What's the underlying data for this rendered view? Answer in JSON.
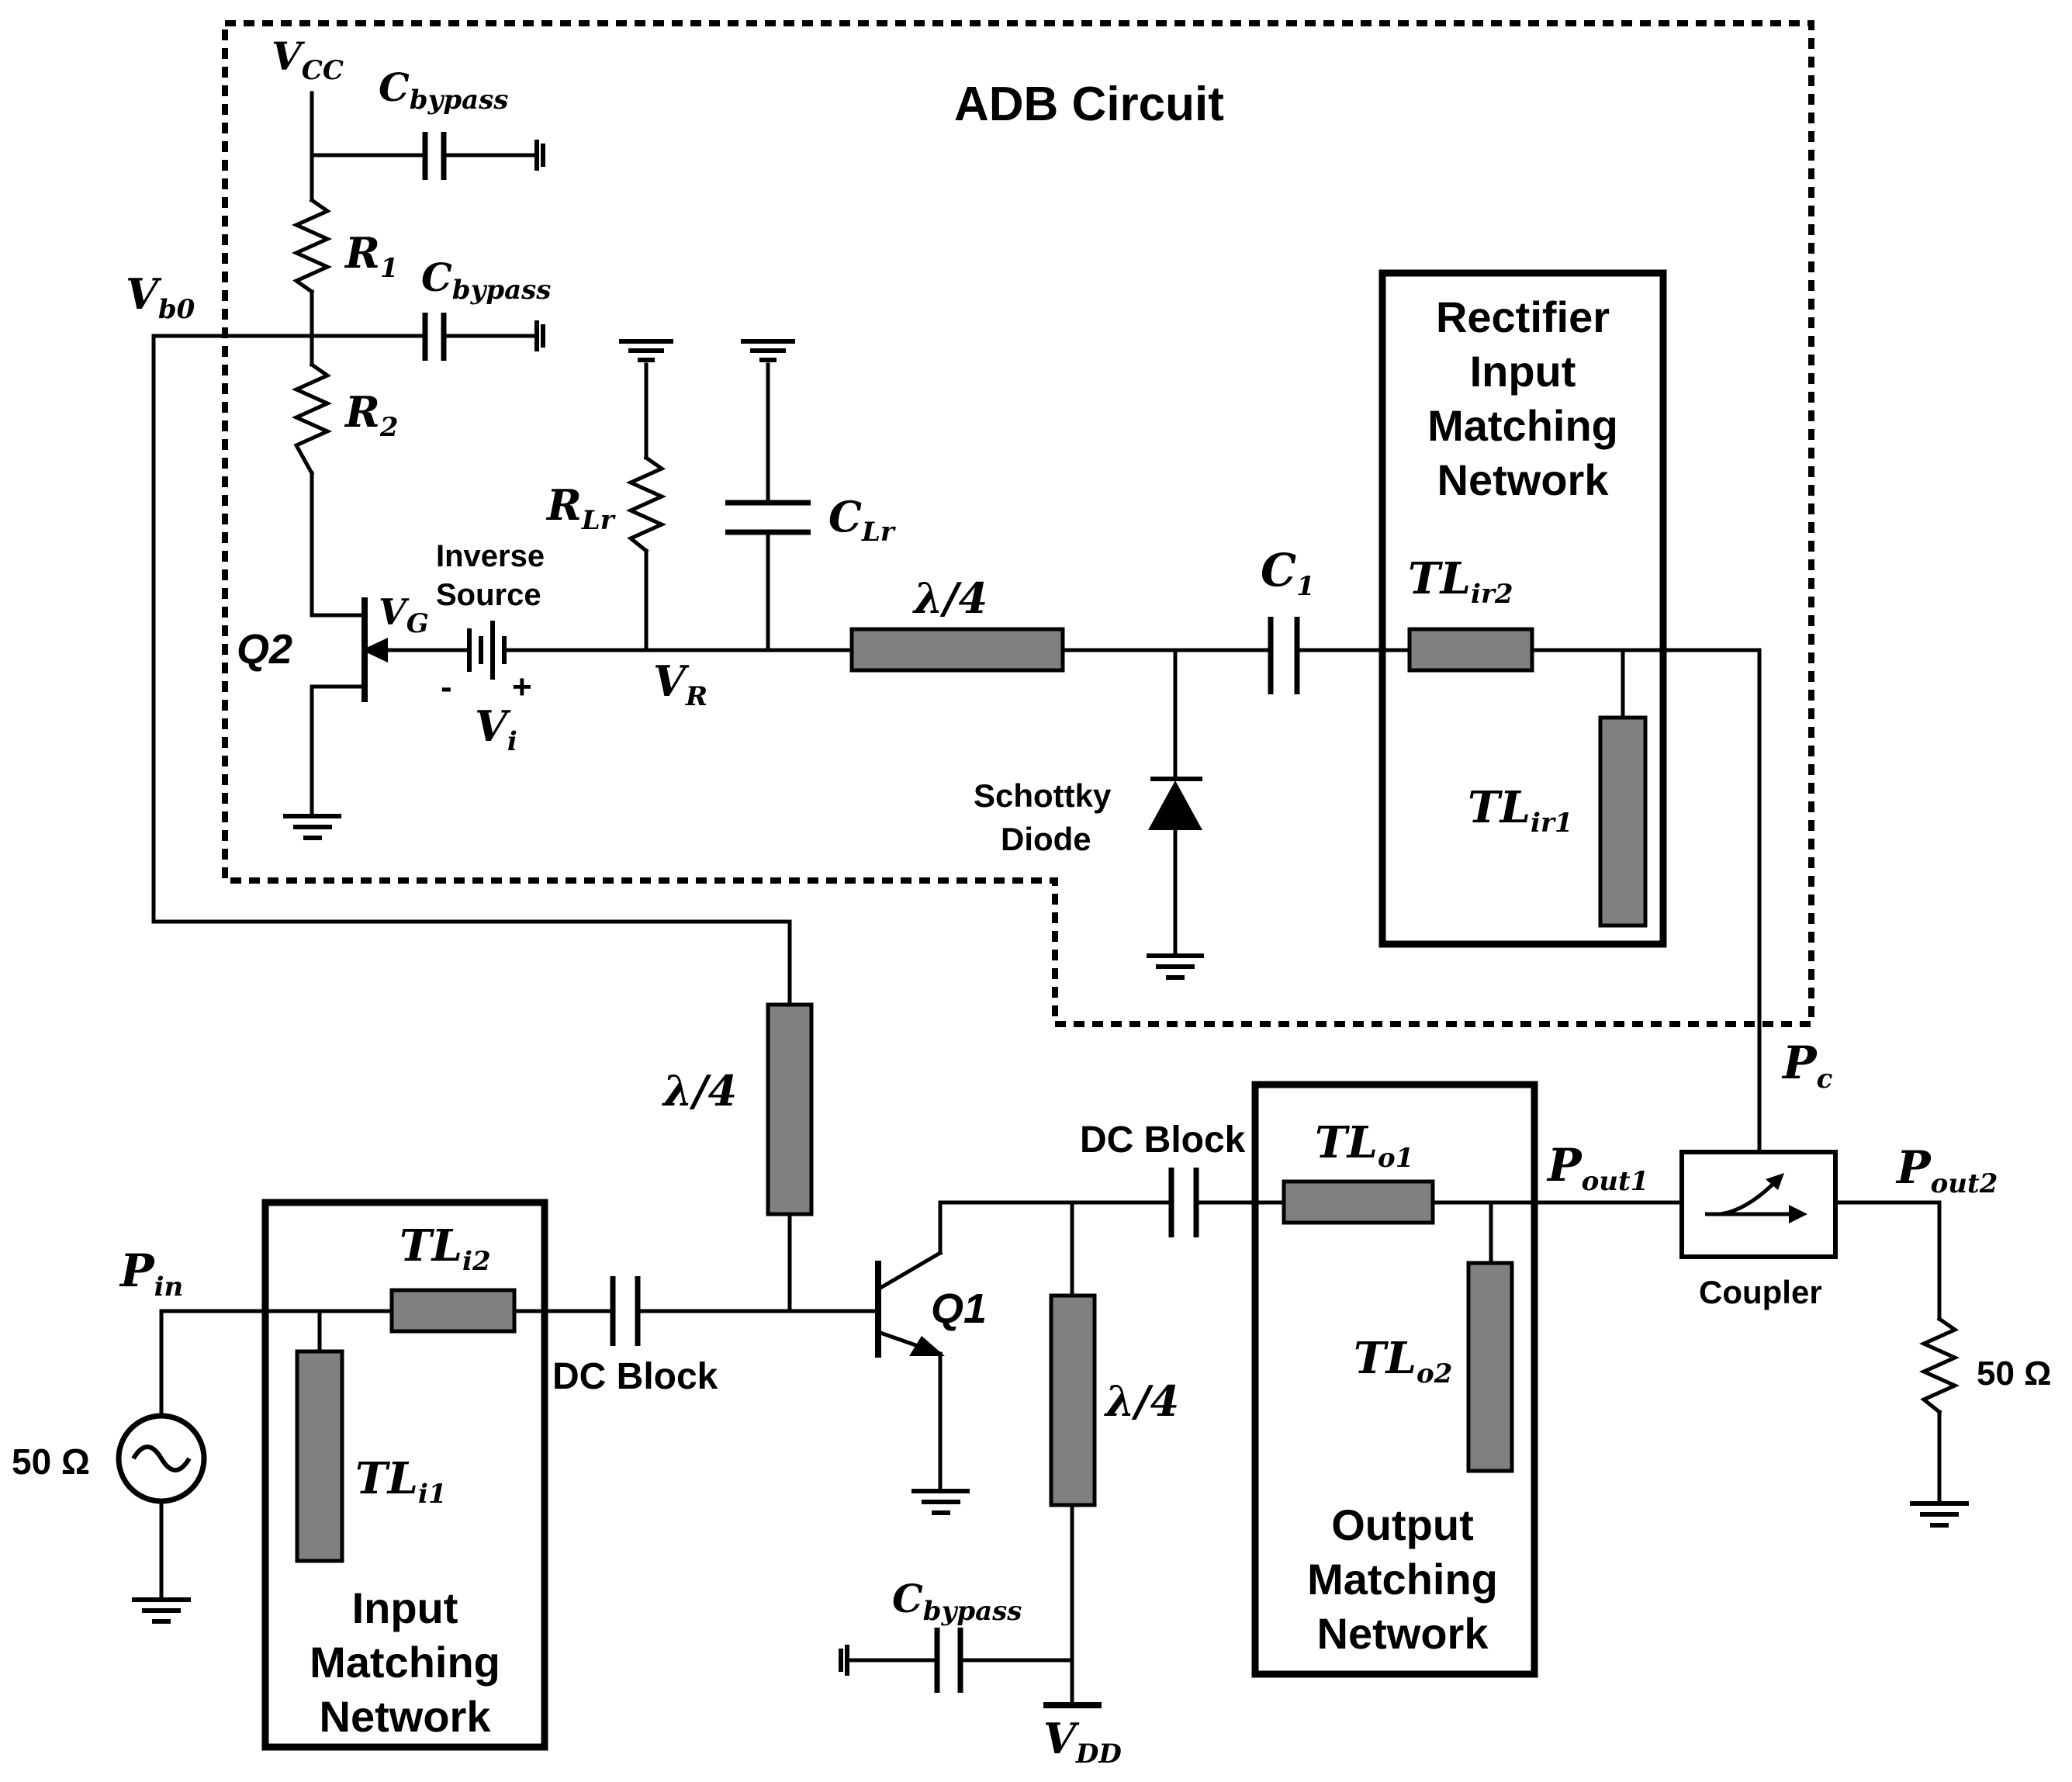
{
  "adb": {
    "title": "ADB Circuit"
  },
  "vcc": {
    "main": "V",
    "sub": "CC"
  },
  "cbypass": {
    "main": "C",
    "sub": "bypass"
  },
  "r1": {
    "main": "R",
    "sub": "1"
  },
  "r2": {
    "main": "R",
    "sub": "2"
  },
  "vb0": {
    "main": "V",
    "sub": "b0"
  },
  "rlr": {
    "main": "R",
    "sub": "Lr"
  },
  "clr": {
    "main": "C",
    "sub": "Lr"
  },
  "inverse_source": {
    "line1": "Inverse",
    "line2": "Source"
  },
  "vg": {
    "main": "V",
    "sub": "G"
  },
  "q2": "Q2",
  "vi": {
    "main": "V",
    "sub": "i",
    "minus": "-",
    "plus": "+"
  },
  "vr": {
    "main": "V",
    "sub": "R"
  },
  "lambda4": "λ/4",
  "c1": {
    "main": "C",
    "sub": "1"
  },
  "tlir2": {
    "main": "TL",
    "sub": "ir2"
  },
  "tlir1": {
    "main": "TL",
    "sub": "ir1"
  },
  "rect_imn": {
    "line1": "Rectifier",
    "line2": "Input",
    "line3": "Matching",
    "line4": "Network"
  },
  "schottky": {
    "line1": "Schottky",
    "line2": "Diode"
  },
  "pc": {
    "main": "P",
    "sub": "c"
  },
  "dc_block": "DC Block",
  "tlo1": {
    "main": "TL",
    "sub": "o1"
  },
  "tlo2": {
    "main": "TL",
    "sub": "o2"
  },
  "pout1": {
    "main": "P",
    "sub": "out1"
  },
  "pout2": {
    "main": "P",
    "sub": "out2"
  },
  "coupler": "Coupler",
  "ohm50": "50 Ω",
  "pin": {
    "main": "P",
    "sub": "in"
  },
  "tli2": {
    "main": "TL",
    "sub": "i2"
  },
  "tli1": {
    "main": "TL",
    "sub": "i1"
  },
  "q1": "Q1",
  "vdd": {
    "main": "V",
    "sub": "DD"
  },
  "imn": {
    "line1": "Input",
    "line2": "Matching",
    "line3": "Network"
  },
  "omn": {
    "line1": "Output",
    "line2": "Matching",
    "line3": "Network"
  }
}
